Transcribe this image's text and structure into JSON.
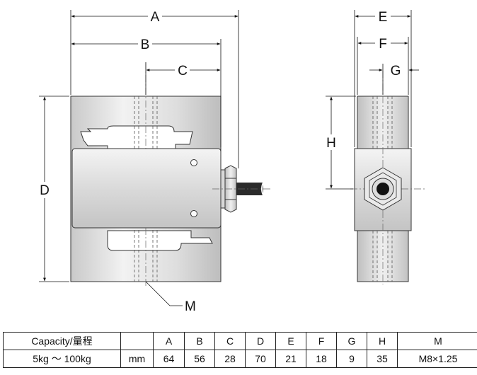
{
  "dimension_letters": {
    "A": "A",
    "B": "B",
    "C": "C",
    "D": "D",
    "E": "E",
    "F": "F",
    "G": "G",
    "H": "H",
    "M": "M"
  },
  "table": {
    "headers": [
      "Capacity/量程",
      "",
      "A",
      "B",
      "C",
      "D",
      "E",
      "F",
      "G",
      "H",
      "M"
    ],
    "row": [
      "5kg ～ 100kg",
      "mm",
      "64",
      "56",
      "28",
      "70",
      "21",
      "18",
      "9",
      "35",
      "M8×1.25"
    ]
  },
  "colors": {
    "body_light": "#eeeeee",
    "body_mid": "#cfcfcf",
    "line": "#222222",
    "cable": "#2b2b2b"
  }
}
